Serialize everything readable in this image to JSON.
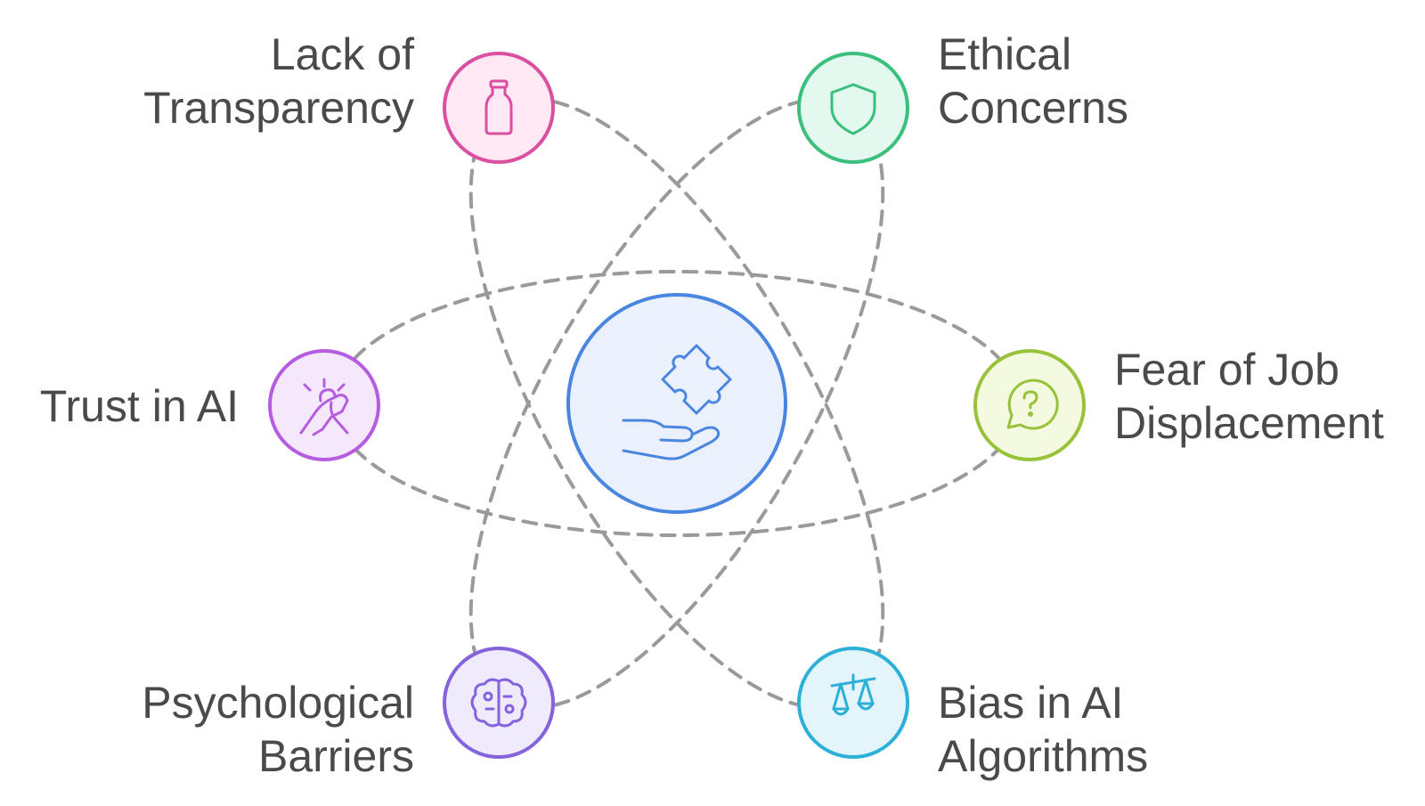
{
  "diagram": {
    "center": {
      "icon": "hand-puzzle-icon",
      "fill": "#eaf1fd",
      "stroke": "#4a86e0"
    },
    "nodes": [
      {
        "id": "transparency",
        "lines": [
          "Lack of",
          "Transparency"
        ],
        "icon": "bottle-icon",
        "fill": "#fde8f3",
        "stroke": "#db4fa0"
      },
      {
        "id": "ethical",
        "lines": [
          "Ethical",
          "Concerns"
        ],
        "icon": "shield-icon",
        "fill": "#e3f8ee",
        "stroke": "#3bbf7c"
      },
      {
        "id": "trust",
        "lines": [
          "Trust in AI"
        ],
        "icon": "handshake-icon",
        "fill": "#f6e8fc",
        "stroke": "#b55ce0"
      },
      {
        "id": "fear",
        "lines": [
          "Fear of Job",
          "Displacement"
        ],
        "icon": "question-bubble-icon",
        "fill": "#f3fadf",
        "stroke": "#98c23a"
      },
      {
        "id": "psych",
        "lines": [
          "Psychological",
          "Barriers"
        ],
        "icon": "brain-icon",
        "fill": "#efeafc",
        "stroke": "#8463dc"
      },
      {
        "id": "bias",
        "lines": [
          "Bias in AI",
          "Algorithms"
        ],
        "icon": "scales-icon",
        "fill": "#e3f5fb",
        "stroke": "#2db0d8"
      }
    ]
  }
}
